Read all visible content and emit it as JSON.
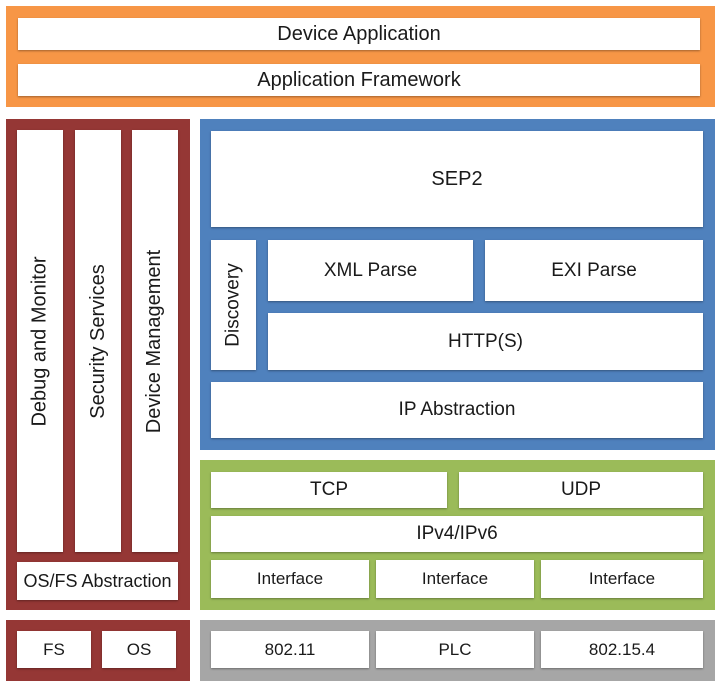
{
  "colors": {
    "application": "#F79646",
    "platform": "#953735",
    "sep2_stack": "#4F81BD",
    "transport": "#9BBB59",
    "physical": "#A6A6A6"
  },
  "application_layer": {
    "device_application": "Device Application",
    "application_framework": "Application Framework"
  },
  "platform_services": {
    "debug_monitor": "Debug and Monitor",
    "security_services": "Security Services",
    "device_management": "Device Management",
    "os_fs_abstraction": "OS/FS Abstraction"
  },
  "platform_base": {
    "fs": "FS",
    "os": "OS"
  },
  "sep2_stack": {
    "sep2": "SEP2",
    "discovery": "Discovery",
    "xml_parse": "XML Parse",
    "exi_parse": "EXI Parse",
    "https": "HTTP(S)",
    "ip_abstraction": "IP Abstraction"
  },
  "transport": {
    "tcp": "TCP",
    "udp": "UDP",
    "ip": "IPv4/IPv6",
    "interfaces": [
      "Interface",
      "Interface",
      "Interface"
    ]
  },
  "physical": {
    "links": [
      "802.11",
      "PLC",
      "802.15.4"
    ]
  }
}
